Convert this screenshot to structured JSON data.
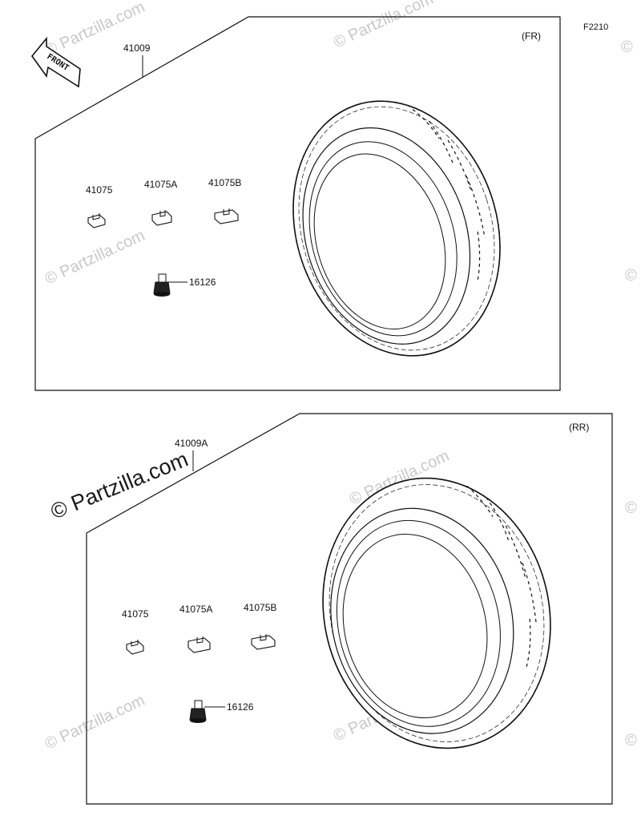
{
  "figure_code": "F2210",
  "front_arrow": {
    "label": "FRONT",
    "icon": "front-arrow-icon"
  },
  "watermark": {
    "text": "© Partzilla.com"
  },
  "front_group": {
    "position_label": "(FR)",
    "tire_part": "41009",
    "weights": [
      "41075",
      "41075A",
      "41075B"
    ],
    "valve_part": "16126"
  },
  "rear_group": {
    "position_label": "(RR)",
    "tire_part": "41009A",
    "weights": [
      "41075",
      "41075A",
      "41075B"
    ],
    "valve_part": "16126"
  }
}
